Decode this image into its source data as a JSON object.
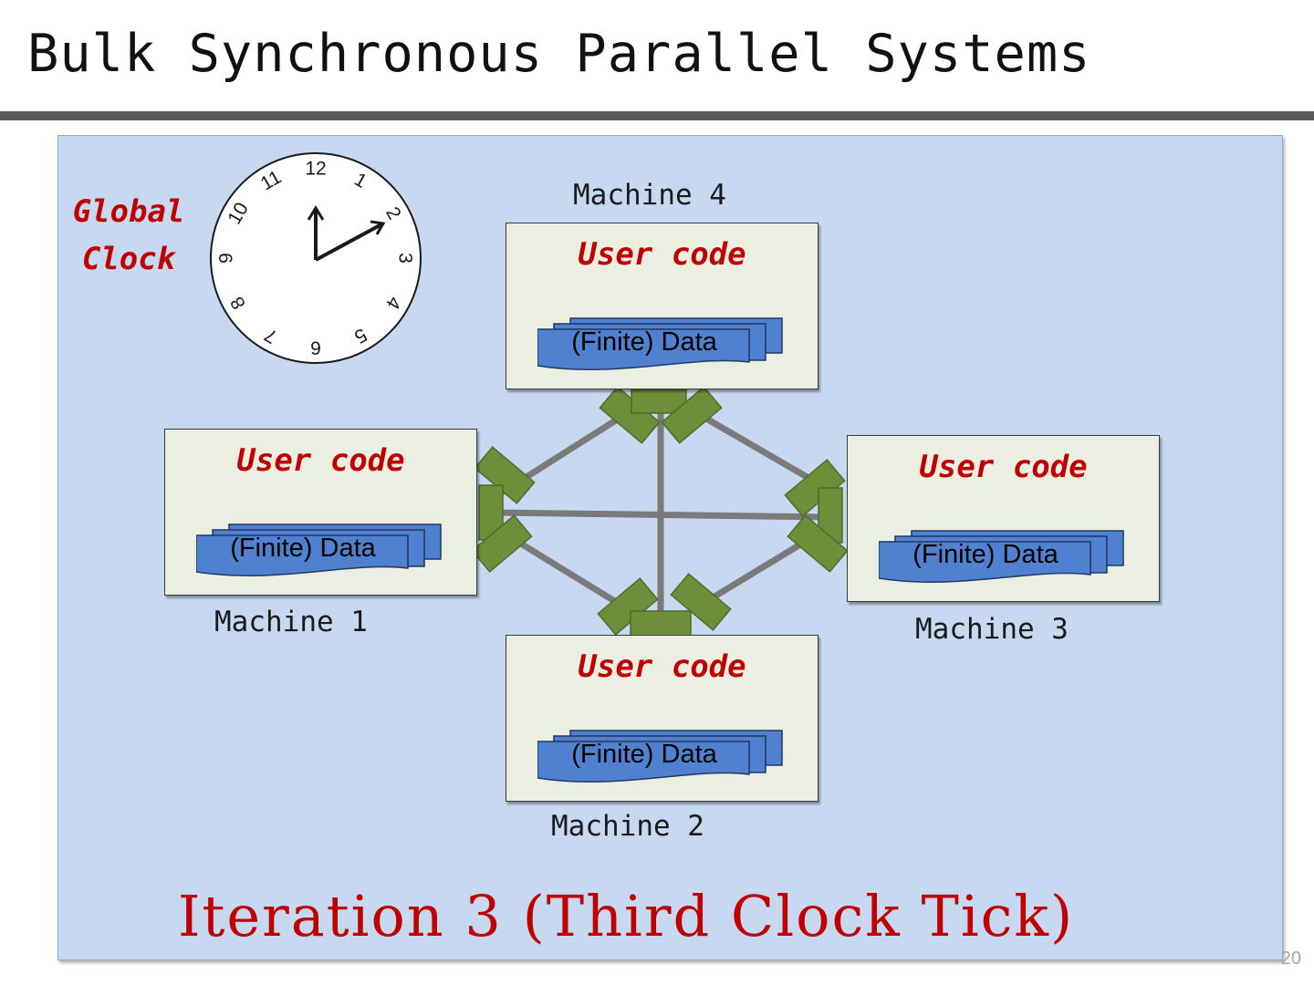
{
  "slide": {
    "title": "Bulk Synchronous Parallel Systems",
    "page_number": "20"
  },
  "clock": {
    "label_line1": "Global",
    "label_line2": "Clock",
    "numerals": [
      "12",
      "1",
      "2",
      "3",
      "4",
      "5",
      "6",
      "7",
      "8",
      "9",
      "10",
      "11"
    ]
  },
  "machines": {
    "m1": {
      "name": "Machine 1",
      "code_label": "User code",
      "data_label": "(Finite) Data"
    },
    "m2": {
      "name": "Machine 2",
      "code_label": "User code",
      "data_label": "(Finite) Data"
    },
    "m3": {
      "name": "Machine 3",
      "code_label": "User code",
      "data_label": "(Finite) Data"
    },
    "m4": {
      "name": "Machine 4",
      "code_label": "User code",
      "data_label": "(Finite) Data"
    }
  },
  "footer": {
    "iteration_text": "Iteration 3 (Third Clock Tick)"
  },
  "colors": {
    "panel_background": "#c6d9f0",
    "accent_red": "#c00000",
    "data_blue": "#4f81d0",
    "message_green": "#6e8f3a",
    "link_gray": "#7a7a7a"
  }
}
